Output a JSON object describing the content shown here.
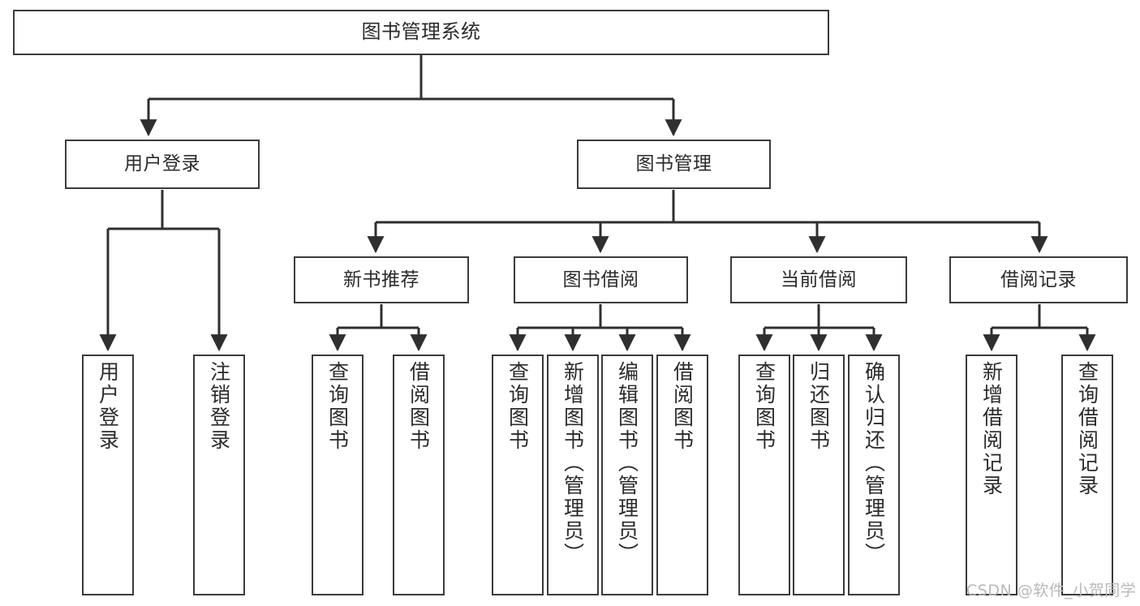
{
  "diagram": {
    "title": "图书管理系统",
    "type": "tree-hierarchy-chart",
    "watermark": "CSDN @软件_小贺同学",
    "colors": {
      "box_border": "#3b3b3b",
      "box_fill": "#ffffff",
      "text": "#2b2b2b",
      "edge": "#2f2f2f",
      "watermark": "#b8b8b8",
      "background": "#ffffff"
    },
    "root": {
      "label": "图书管理系统"
    },
    "level2": [
      {
        "id": "user-login",
        "label": "用户登录"
      },
      {
        "id": "book-manage",
        "label": "图书管理"
      }
    ],
    "level3": [
      {
        "id": "new-book-recommend",
        "label": "新书推荐"
      },
      {
        "id": "book-borrow",
        "label": "图书借阅"
      },
      {
        "id": "current-borrow",
        "label": "当前借阅"
      },
      {
        "id": "borrow-record",
        "label": "借阅记录"
      }
    ],
    "leaves": {
      "user_login": [
        {
          "id": "leaf-user-login",
          "label": "用户登录"
        },
        {
          "id": "leaf-logout-login",
          "label": "注销登录"
        }
      ],
      "new_book_recommend": [
        {
          "id": "leaf-query-book-1",
          "label": "查询图书"
        },
        {
          "id": "leaf-borrow-book-1",
          "label": "借阅图书"
        }
      ],
      "book_borrow": [
        {
          "id": "leaf-query-book-2",
          "label": "查询图书"
        },
        {
          "id": "leaf-add-book",
          "label": "新增图书（管理员）"
        },
        {
          "id": "leaf-edit-book",
          "label": "编辑图书（管理员）"
        },
        {
          "id": "leaf-borrow-book-2",
          "label": "借阅图书"
        }
      ],
      "current_borrow": [
        {
          "id": "leaf-query-book-3",
          "label": "查询图书"
        },
        {
          "id": "leaf-return-book",
          "label": "归还图书"
        },
        {
          "id": "leaf-confirm-return",
          "label": "确认归还（管理员）"
        }
      ],
      "borrow_record": [
        {
          "id": "leaf-add-record",
          "label": "新增借阅记录"
        },
        {
          "id": "leaf-query-record",
          "label": "查询借阅记录"
        }
      ]
    }
  }
}
